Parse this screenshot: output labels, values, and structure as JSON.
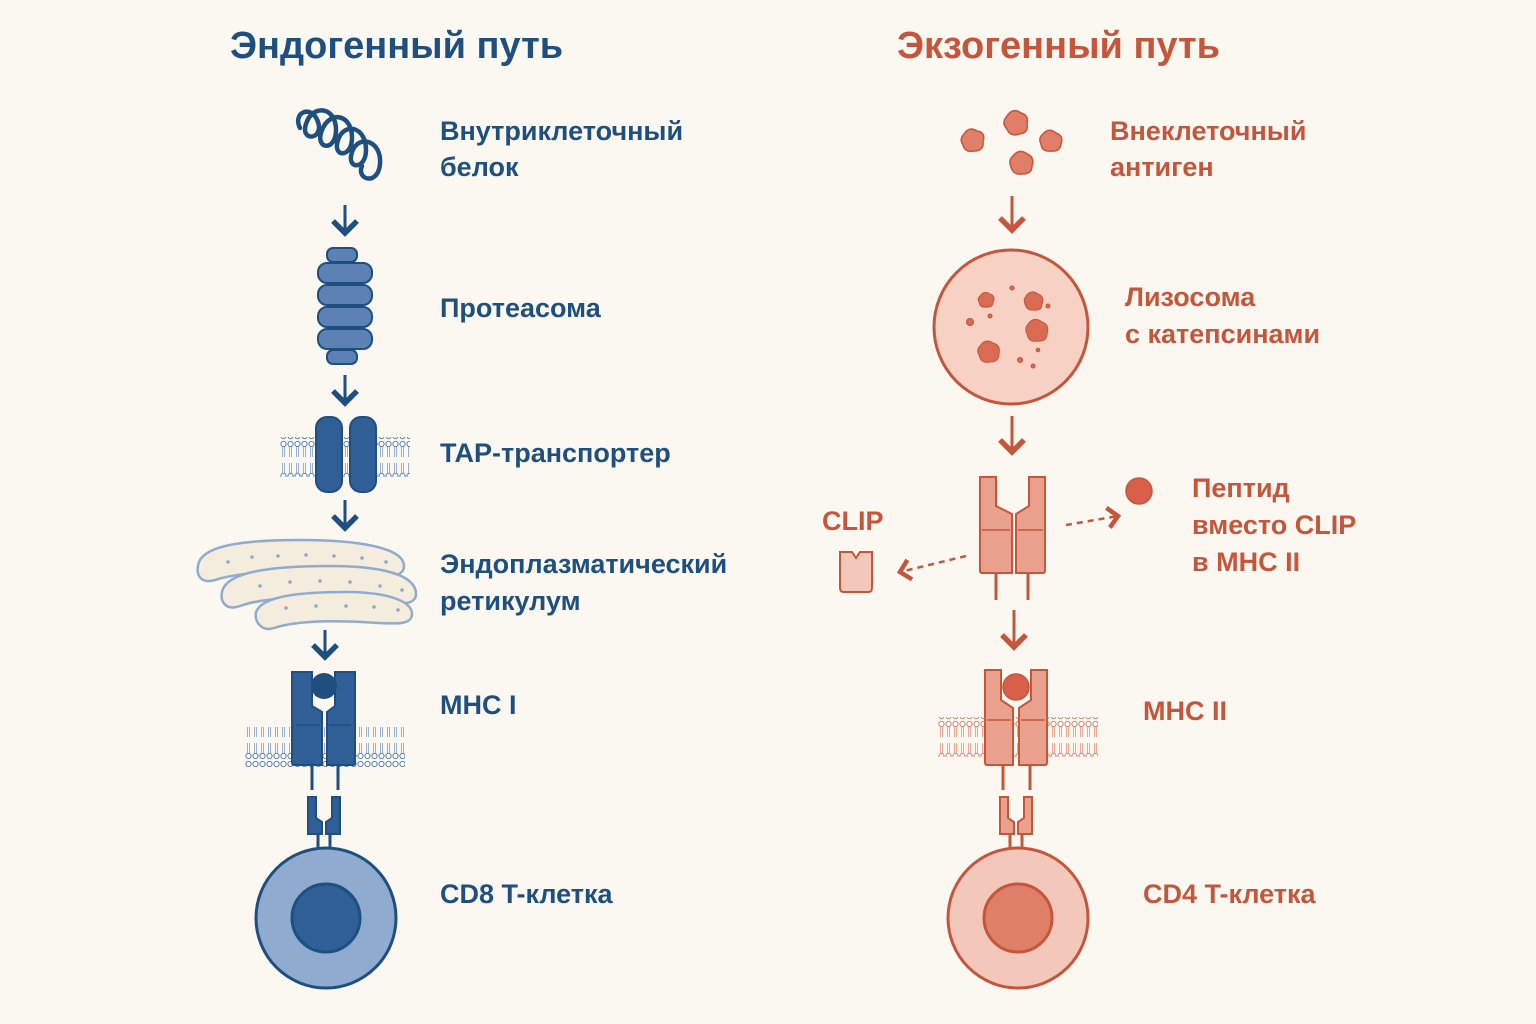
{
  "colors": {
    "background": "#fbf8f2",
    "endo": "#1f4f7e",
    "endo_fill": "#5b82b3",
    "endo_light": "#8fabcf",
    "exo": "#c5553b",
    "exo_fill": "#e9a08c",
    "exo_light": "#f3c8bb"
  },
  "endogenous": {
    "title": "Эндогенный путь",
    "steps": {
      "protein": [
        "Внутриклеточный",
        "белок"
      ],
      "proteasome": [
        "Протеасома"
      ],
      "tap": [
        "TAP-транспортер"
      ],
      "er": [
        "Эндоплазматический",
        "ретикулум"
      ],
      "mhc": [
        "MHC I"
      ],
      "tcell": [
        "CD8 T-клетка"
      ]
    }
  },
  "exogenous": {
    "title": "Экзогенный путь",
    "steps": {
      "antigen": [
        "Внеклеточный",
        "антиген"
      ],
      "lysosome": [
        "Лизосома",
        "с катепсинами"
      ],
      "clip": "CLIP",
      "peptide": [
        "Пептид",
        "вместо CLIP",
        "в MHC II"
      ],
      "mhc": [
        "MHC II"
      ],
      "tcell": [
        "CD4 T-клетка"
      ]
    }
  }
}
